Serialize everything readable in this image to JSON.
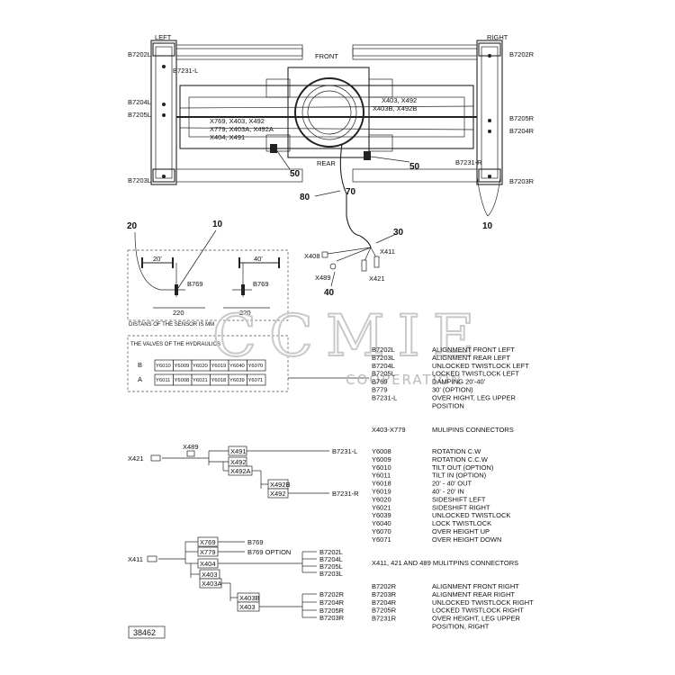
{
  "top": {
    "left": "LEFT",
    "right": "RIGHT",
    "front": "FRONT",
    "rear": "REAR"
  },
  "sensors": {
    "b7202l": "B7202L",
    "b7231l": "B7231-L",
    "b7204l": "B7204L",
    "b7205l": "B7205L",
    "b7203l": "B7203L",
    "b7202r": "B7202R",
    "b7205r": "B7205R",
    "b7204r": "B7204R",
    "b7231r": "B7231-R",
    "b7203r": "B7203R"
  },
  "conn_labels": {
    "right_1": "X403, X492",
    "right_2": "X403B, X492B",
    "left_1": "X769, X403, X492",
    "left_2": "X779, X403A, X492A",
    "left_3": "X404, X491"
  },
  "callouts": {
    "n50a": "50",
    "n50b": "50",
    "n80": "80",
    "n70": "70",
    "n10a": "10",
    "n20": "20",
    "n10b": "10",
    "n30": "30",
    "n40": "40"
  },
  "cable": {
    "x408": "X408",
    "x411": "X411",
    "x489": "X489",
    "x421": "X421"
  },
  "detail": {
    "d20": "20'",
    "d40": "40'",
    "b769a": "B769",
    "b769b": "B769",
    "dim_a": "220",
    "dim_b": "220",
    "note": "DISTANS OF THE SENSOR IS MM"
  },
  "valves": {
    "heading": "THE VALVES OF THE HYDRAULICS",
    "rows": [
      {
        "side": "B",
        "cells": [
          "Y6010",
          "Y6009",
          "Y6020",
          "Y6019",
          "Y6040",
          "Y6070"
        ]
      },
      {
        "side": "A",
        "cells": [
          "Y6011",
          "Y6008",
          "Y6021",
          "Y6018",
          "Y6039",
          "Y6071"
        ]
      }
    ]
  },
  "legend_left": [
    {
      "code": "B7202L",
      "desc": "ALIGNMENT FRONT LEFT"
    },
    {
      "code": "B7203L",
      "desc": "ALIGNMENT REAR LEFT"
    },
    {
      "code": "B7204L",
      "desc": "UNLOCKED TWISTLOCK LEFT"
    },
    {
      "code": "B7205L",
      "desc": "LOCKED TWISTLOCK LEFT"
    },
    {
      "code": "B769",
      "desc": "DAMPING 20'-40'"
    },
    {
      "code": "B779",
      "desc": "30' (OPTION)"
    },
    {
      "code": "B7231-L",
      "desc": "OVER HIGHT, LEG UPPER"
    },
    {
      "code": "",
      "desc": "POSITION"
    }
  ],
  "multipin_1": {
    "code": "X403-X779",
    "desc": "MULIPINS CONNECTORS"
  },
  "legend_valves": [
    {
      "code": "Y6008",
      "desc": "ROTATION C.W"
    },
    {
      "code": "Y6009",
      "desc": "ROTATION C.C.W"
    },
    {
      "code": "Y6010",
      "desc": "TILT OUT (OPTION)"
    },
    {
      "code": "Y6011",
      "desc": "TILT IN (OPTION)"
    },
    {
      "code": "Y6018",
      "desc": "20' - 40' OUT"
    },
    {
      "code": "Y6019",
      "desc": "40' - 20' IN"
    },
    {
      "code": "Y6020",
      "desc": "SIDESHIFT LEFT"
    },
    {
      "code": "Y6021",
      "desc": "SIDESHIFT RIGHT"
    },
    {
      "code": "Y6039",
      "desc": "UNLOCKED TWISTLOCK"
    },
    {
      "code": "Y6040",
      "desc": "LOCK TWISTLOCK"
    },
    {
      "code": "Y6070",
      "desc": "OVER HEIGHT UP"
    },
    {
      "code": "Y6071",
      "desc": "OVER HEIGHT DOWN"
    }
  ],
  "multipin_2": "X411, 421 AND 489 MULITPINS CONNECTORS",
  "legend_right": [
    {
      "code": "B7202R",
      "desc": "ALIGNMENT FRONT RIGHT"
    },
    {
      "code": "B7203R",
      "desc": "ALIGNMENT REAR RIGHT"
    },
    {
      "code": "B7204R",
      "desc": "UNLOCKED TWISTLOCK RIGHT"
    },
    {
      "code": "B7205R",
      "desc": "LOCKED TWISTLOCK RIGHT"
    },
    {
      "code": "B7231R",
      "desc": "OVER HEIGHT, LEG UPPER"
    },
    {
      "code": "",
      "desc": "POSITION, RIGHT"
    }
  ],
  "tree1": {
    "x489": "X489",
    "x421": "X421",
    "x491": "X491",
    "b7231l": "B7231-L",
    "x492": "X492",
    "x492a": "X492A",
    "x492b": "X492B",
    "x492c": "X492",
    "b7231r": "B7231-R"
  },
  "tree2": {
    "x411": "X411",
    "x769": "X769",
    "b769": "B769",
    "x779": "X779",
    "b769opt": "B769 OPTION",
    "x404": "X404",
    "b7202l": "B7202L",
    "b7204l": "B7204L",
    "b7205l": "B7205L",
    "b7203l": "B7203L",
    "x403": "X403",
    "x403a": "X403A",
    "x403b": "X403B",
    "x403c": "X403",
    "b7202r": "B7202R",
    "b7204r": "B7204R",
    "b7205r": "B7205R",
    "b7203r": "B7203R"
  },
  "watermark": {
    "brand": "CCMIE",
    "sub": "COOPERATION"
  },
  "figure_number": "38462"
}
